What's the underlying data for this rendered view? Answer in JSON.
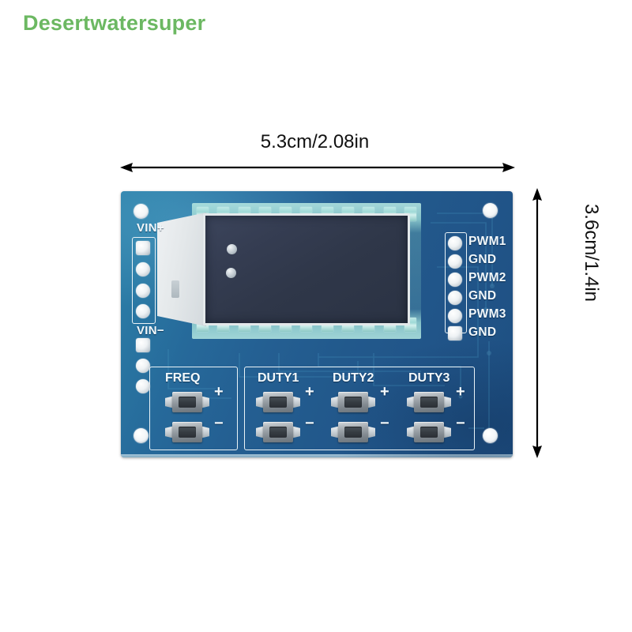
{
  "watermark": {
    "text": "Desertwatersuper",
    "color": "#6cb862"
  },
  "dimensions": {
    "width_label": "5.3cm/2.08in",
    "height_label": "3.6cm/1.4in"
  },
  "board": {
    "color": "#24679a",
    "left_header": {
      "labels": {
        "positive": "VIN+",
        "negative": "VIN−"
      }
    },
    "right_header": {
      "pins": [
        "PWM1",
        "GND",
        "PWM2",
        "GND",
        "PWM3",
        "GND"
      ]
    },
    "button_groups": [
      {
        "title": "FREQ",
        "buttons": [
          {
            "sign": "+",
            "name": "freq-plus"
          },
          {
            "sign": "−",
            "name": "freq-minus"
          }
        ]
      },
      {
        "title": "DUTY1",
        "buttons": [
          {
            "sign": "+",
            "name": "duty1-plus"
          },
          {
            "sign": "−",
            "name": "duty1-minus"
          }
        ]
      },
      {
        "title": "DUTY2",
        "buttons": [
          {
            "sign": "+",
            "name": "duty2-plus"
          },
          {
            "sign": "−",
            "name": "duty2-minus"
          }
        ]
      },
      {
        "title": "DUTY3",
        "buttons": [
          {
            "sign": "+",
            "name": "duty3-plus"
          },
          {
            "sign": "−",
            "name": "duty3-minus"
          }
        ]
      }
    ],
    "display": {
      "type": "lcd",
      "state": "off"
    }
  }
}
